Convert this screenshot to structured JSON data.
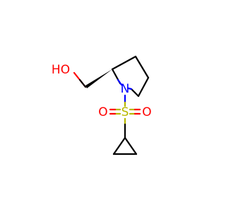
{
  "molecule": {
    "atoms": {
      "hydroxyl": "HO",
      "nitrogen": "N",
      "sulfur": "S",
      "oxygen_left": "O",
      "oxygen_right": "O"
    },
    "colors": {
      "bond": "#000000",
      "oxygen": "#ff0000",
      "nitrogen": "#0000ff",
      "sulfur": "#b8b800"
    }
  }
}
